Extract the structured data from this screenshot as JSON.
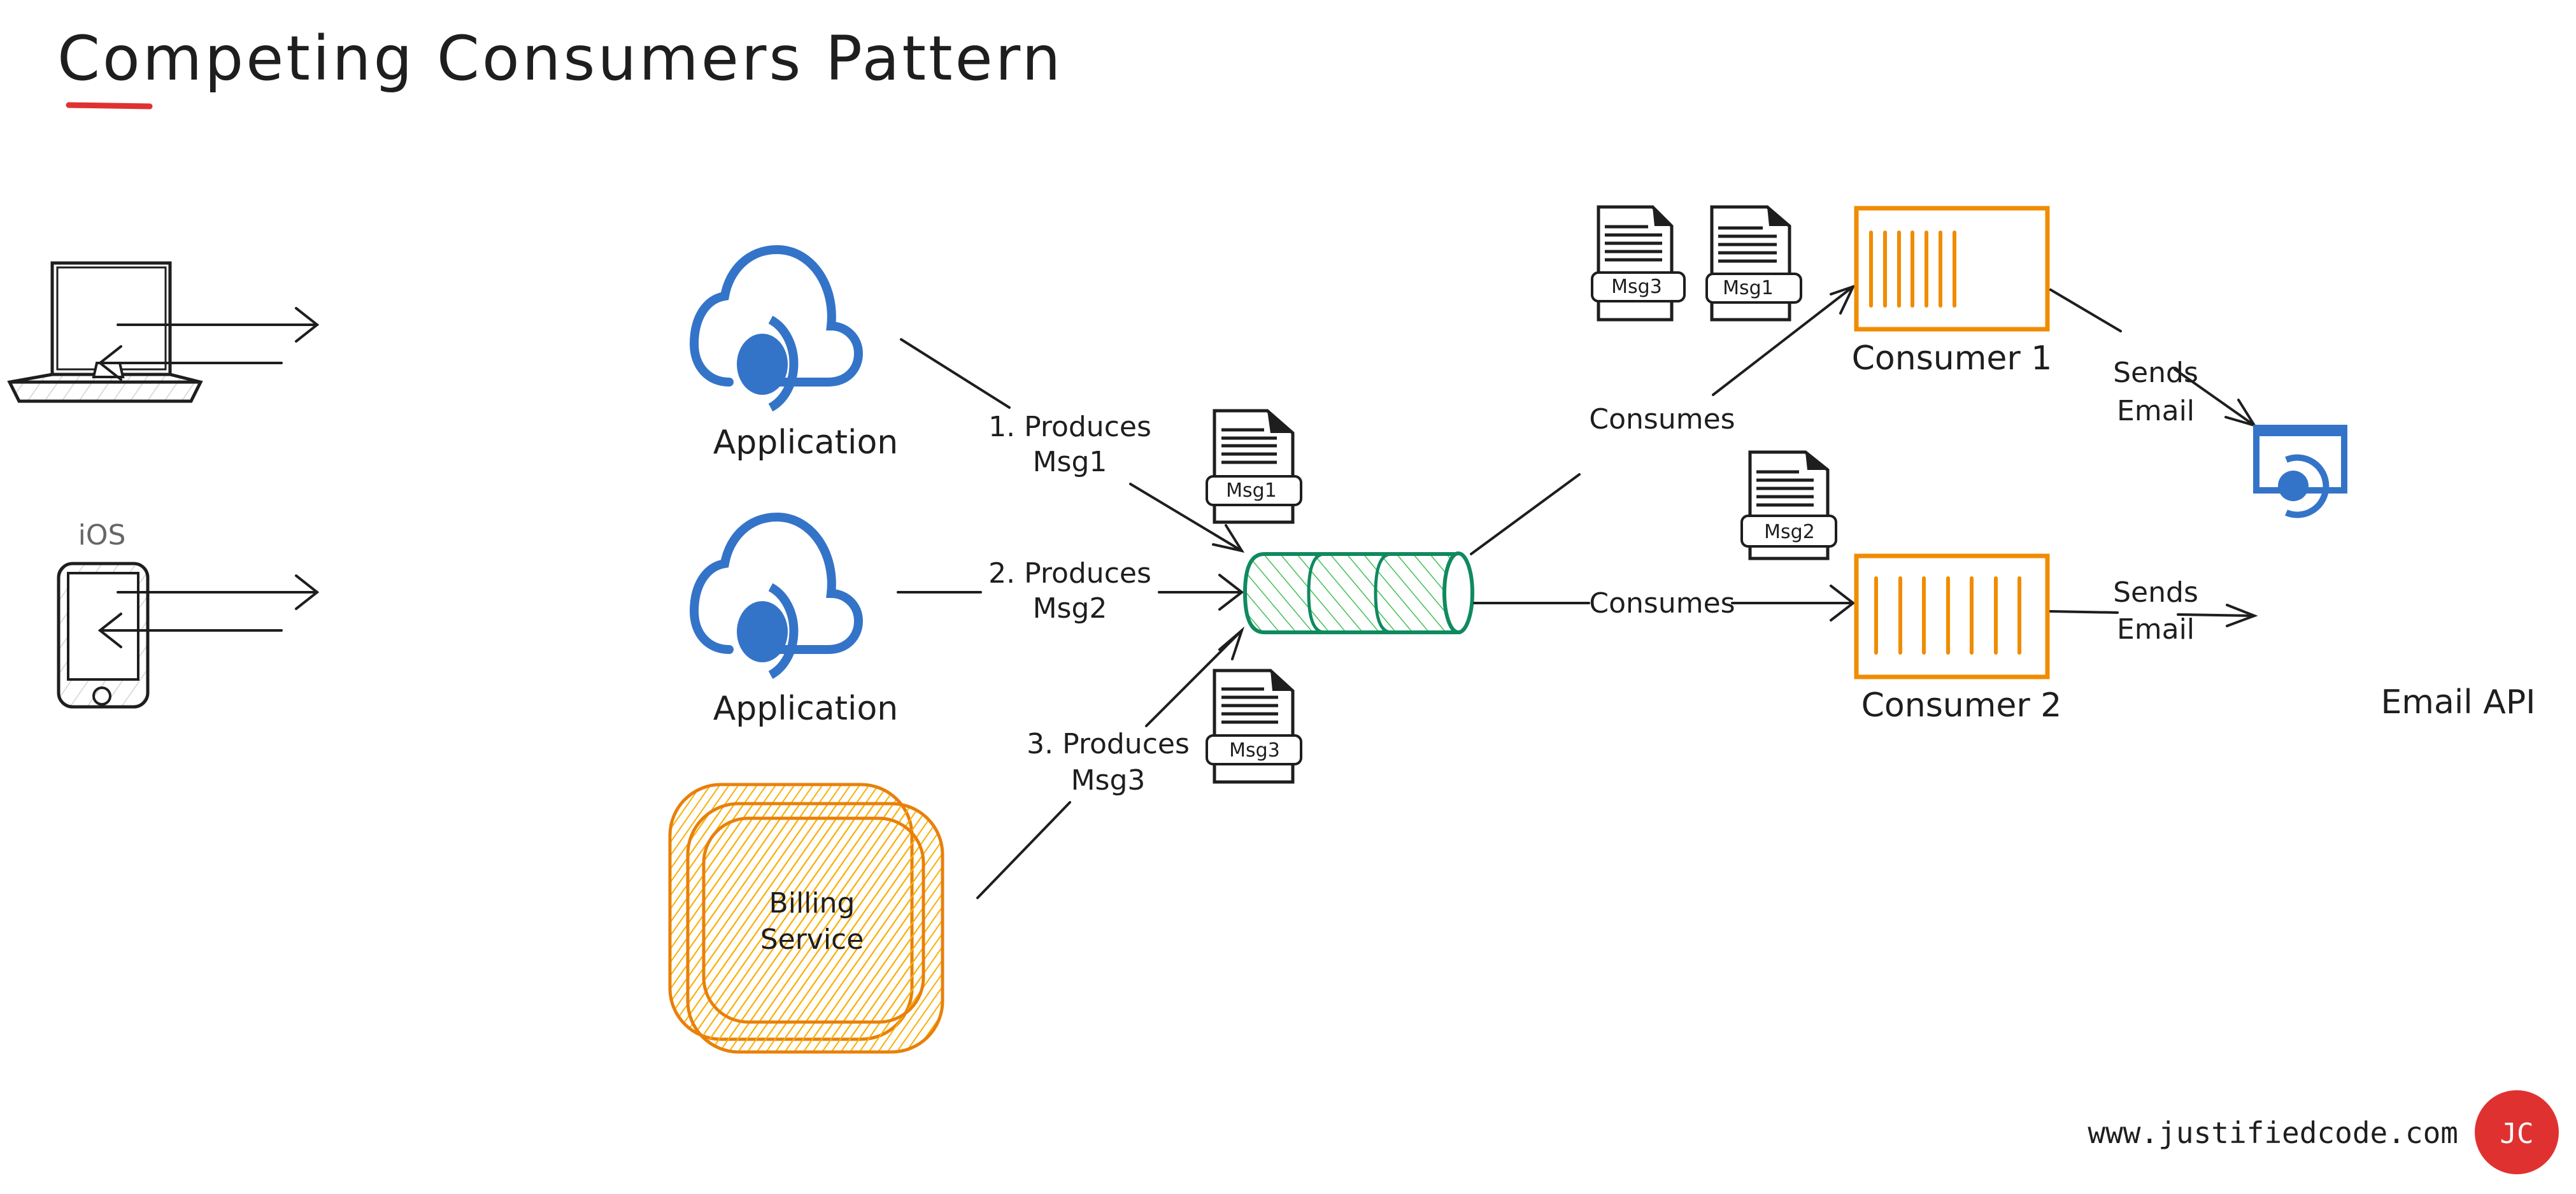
{
  "title": "Competing Consumers Pattern",
  "colors": {
    "ink": "#1e1e1e",
    "azure_blue": "#3474c8",
    "queue_green": "#0f8a5f",
    "queue_hatch": "#40c057",
    "consumer_orange": "#f08c00",
    "billing_fill": "#fab005",
    "billing_stroke": "#e8800a",
    "device_hatch": "#ced4da",
    "accent_red": "#e03131",
    "ios_label_gray": "#666666"
  },
  "clients": [
    {
      "id": "laptop",
      "label": ""
    },
    {
      "id": "ios-phone",
      "label": "iOS"
    }
  ],
  "producers": [
    {
      "id": "app1",
      "label": "Application"
    },
    {
      "id": "app2",
      "label": "Application"
    },
    {
      "id": "billing",
      "label": "Billing Service",
      "label_lines": [
        "Billing",
        "Service"
      ]
    }
  ],
  "edges": {
    "produce1": {
      "lines": [
        "1. Produces",
        "Msg1"
      ]
    },
    "produce2": {
      "lines": [
        "2. Produces",
        "Msg2"
      ]
    },
    "produce3": {
      "lines": [
        "3. Produces",
        "Msg3"
      ]
    },
    "consume1": {
      "label": "Consumes"
    },
    "consume2": {
      "label": "Consumes"
    },
    "send1": {
      "lines": [
        "Sends",
        "Email"
      ]
    },
    "send2": {
      "lines": [
        "Sends",
        "Email"
      ]
    }
  },
  "messages": {
    "queue_in": [
      "Msg1",
      "Msg3"
    ],
    "consumer1": [
      "Msg3",
      "Msg1"
    ],
    "consumer2": [
      "Msg2"
    ]
  },
  "queue": {
    "label": ""
  },
  "consumers": [
    {
      "id": "consumer1",
      "label": "Consumer 1"
    },
    {
      "id": "consumer2",
      "label": "Consumer 2"
    }
  ],
  "email_api": {
    "label": "Email API"
  },
  "footer": {
    "website": "www.justifiedcode.com",
    "logo_initials": "JC"
  }
}
